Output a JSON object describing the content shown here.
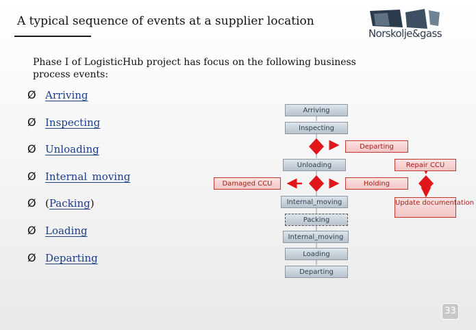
{
  "slide": {
    "title": "A typical sequence of events at a supplier location",
    "intro": "Phase I of LogisticHub project has focus on the following business process events:",
    "page_number": "33"
  },
  "logo": {
    "brand_part1": "Norsk",
    "brand_part2": "olje&gass",
    "colors": [
      "#2b3b4c",
      "#5f7284"
    ]
  },
  "bullets": [
    {
      "prefix": "",
      "text": "Arriving",
      "suffix": ""
    },
    {
      "prefix": "",
      "text": "Inspecting",
      "suffix": ""
    },
    {
      "prefix": "",
      "text": "Unloading",
      "suffix": ""
    },
    {
      "prefix": "",
      "text": "Internal_moving",
      "suffix": ""
    },
    {
      "prefix": "(",
      "text": "Packing",
      "suffix": ")"
    },
    {
      "prefix": "",
      "text": "Loading",
      "suffix": ""
    },
    {
      "prefix": "",
      "text": "Departing",
      "suffix": ""
    }
  ],
  "bullet_glyph": "Ø",
  "flow": {
    "main": [
      "Arriving",
      "Inspecting",
      "Unloading",
      "Internal_moving",
      "Packing",
      "Internal_moving",
      "Loading",
      "Departing"
    ],
    "exceptions": {
      "departing": "Departing",
      "repair_ccu": "Repair CCU",
      "damaged_ccu": "Damaged CCU",
      "holding": "Holding",
      "update_documentation": "Update documentation"
    }
  },
  "colors": {
    "link": "#1a3d8c",
    "decision": "#e0161b",
    "process_box": "#c3cdd6",
    "exception_box": "#f6cfcf"
  }
}
